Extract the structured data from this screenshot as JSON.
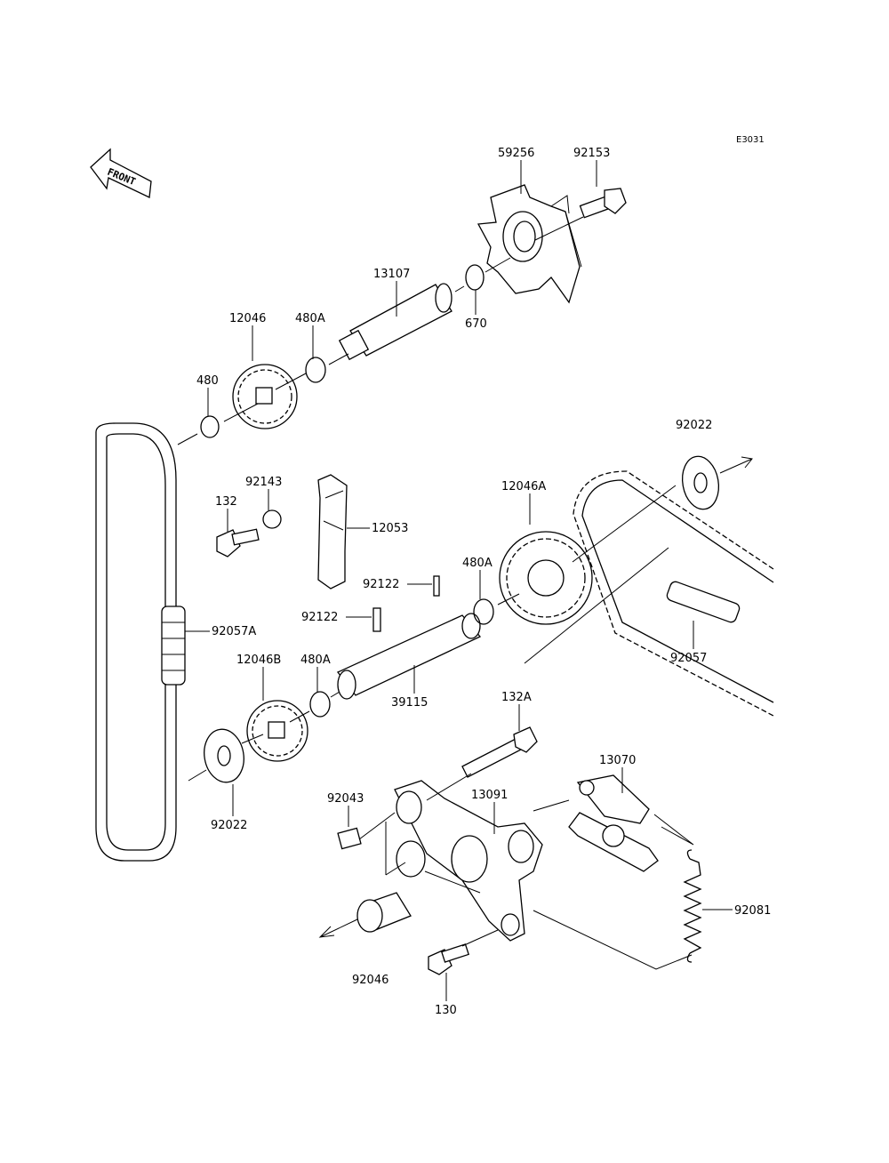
{
  "diagram_ref": "E3031",
  "front_arrow": "FRONT",
  "parts": {
    "p59256": "59256",
    "p92153": "92153",
    "p13107": "13107",
    "p670": "670",
    "p12046": "12046",
    "p480A_top": "480A",
    "p480": "480",
    "p92022_right": "92022",
    "p92143": "92143",
    "p132": "132",
    "p12053": "12053",
    "p12046A": "12046A",
    "p480A_mid": "480A",
    "p92122_upper": "92122",
    "p92122_lower": "92122",
    "p92057A": "92057A",
    "p92057": "92057",
    "p12046B": "12046B",
    "p480A_low": "480A",
    "p39115": "39115",
    "p132A": "132A",
    "p92022_left": "92022",
    "p13070": "13070",
    "p92043": "92043",
    "p13091": "13091",
    "p92081": "92081",
    "p92046": "92046",
    "p130": "130"
  }
}
